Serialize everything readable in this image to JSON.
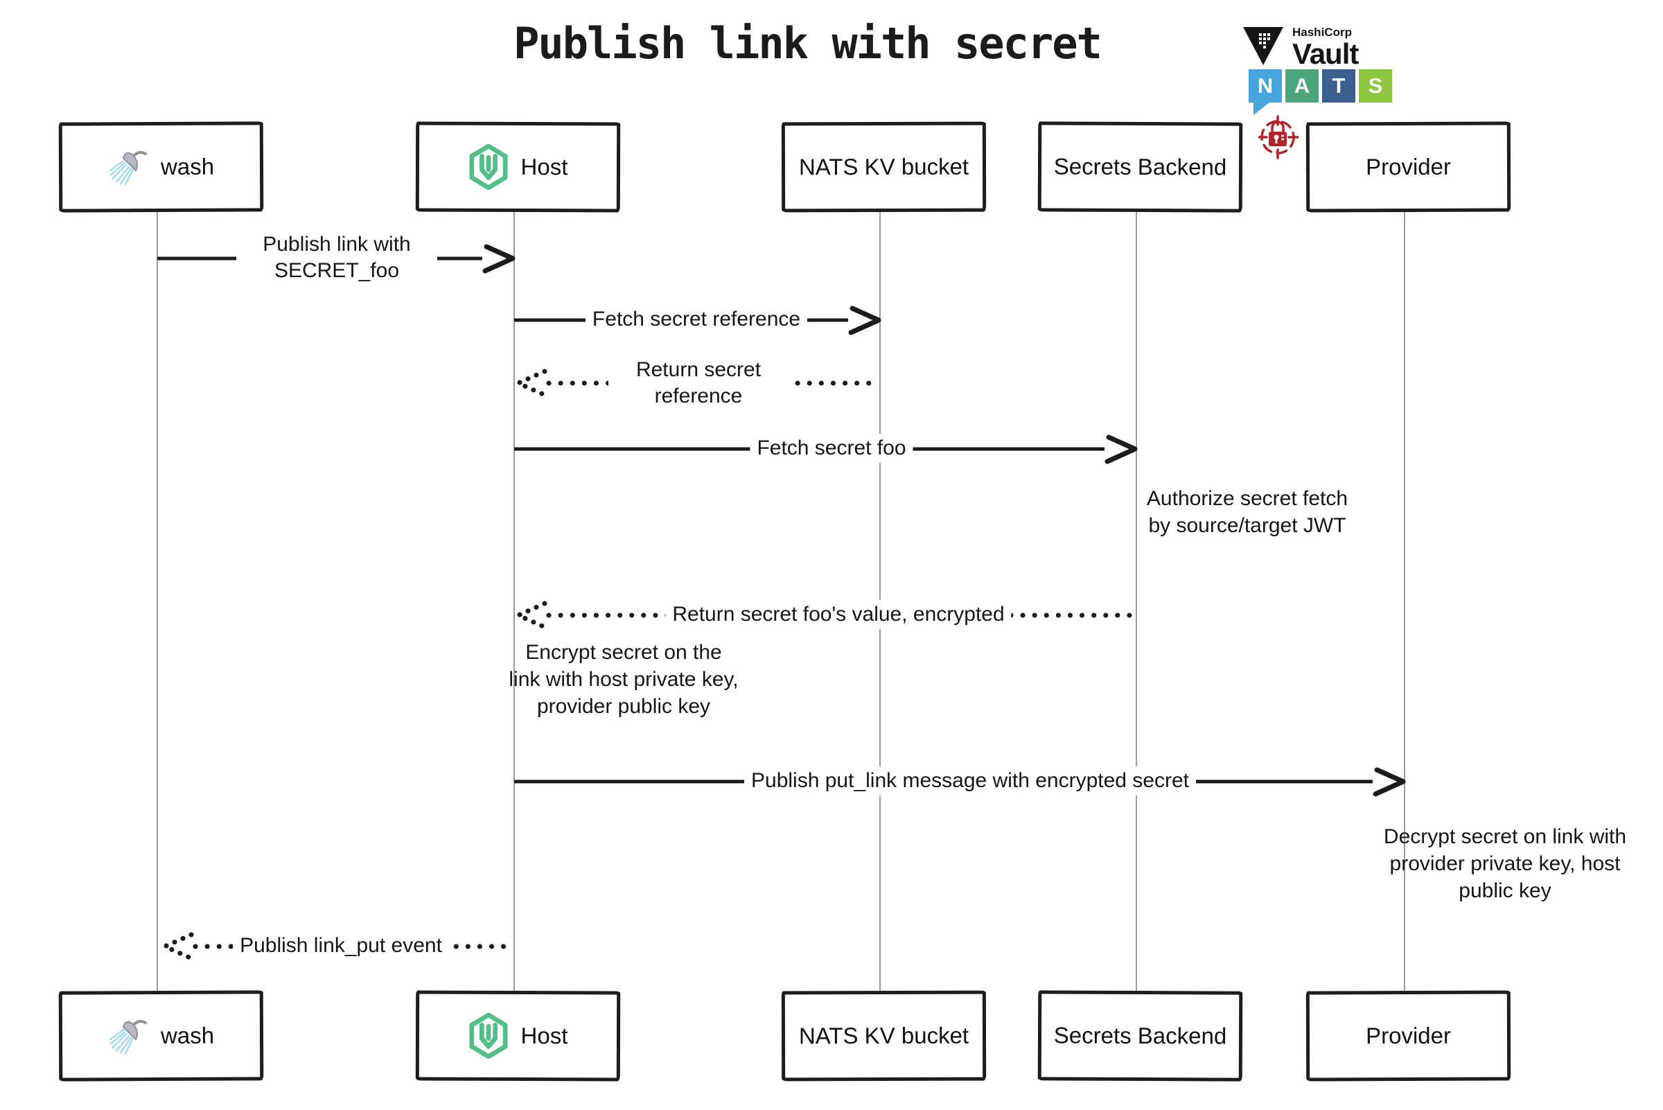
{
  "title": "Publish link with secret",
  "logos": {
    "vault": {
      "brand": "HashiCorp",
      "product": "Vault",
      "color": "#161616"
    },
    "nats": {
      "letters": {
        "n": "N",
        "a": "A",
        "t": "T",
        "s": "S"
      },
      "colors": {
        "n": "#46a5dc",
        "a": "#4da57c",
        "t": "#3b5f8f",
        "s": "#8dc63f"
      }
    },
    "lock_color": "#b5232a"
  },
  "colors": {
    "ink": "#1b1b1b",
    "lifeline": "#9c9c9c",
    "wasmcloud_green": "#54be89",
    "shower_spray": "#a6daee",
    "background": "#ffffff"
  },
  "actors": [
    {
      "id": "wash",
      "label": "wash",
      "icon": "shower-icon"
    },
    {
      "id": "host",
      "label": "Host",
      "icon": "wasmcloud-hexagon-icon"
    },
    {
      "id": "nats-kv",
      "label": "NATS KV bucket",
      "icon": null
    },
    {
      "id": "secrets-backend",
      "label": "Secrets Backend",
      "icon": null
    },
    {
      "id": "provider",
      "label": "Provider",
      "icon": null
    }
  ],
  "messages": [
    {
      "label": "Publish link with SECRET_foo",
      "from": "wash",
      "to": "Host",
      "line": "solid"
    },
    {
      "label": "Fetch secret reference",
      "from": "Host",
      "to": "NATS KV bucket",
      "line": "solid"
    },
    {
      "label": "Return secret reference",
      "from": "NATS KV bucket",
      "to": "Host",
      "line": "dotted"
    },
    {
      "label": "Fetch secret foo",
      "from": "Host",
      "to": "Secrets Backend",
      "line": "solid"
    },
    {
      "label": "Return secret foo's value, encrypted",
      "from": "Secrets Backend",
      "to": "Host",
      "line": "dotted"
    },
    {
      "label": "Publish put_link message with encrypted secret",
      "from": "Host",
      "to": "Provider",
      "line": "solid"
    },
    {
      "label": "Publish link_put event",
      "from": "Host",
      "to": "wash",
      "line": "dotted"
    }
  ],
  "notes": [
    {
      "label": "Authorize secret fetch by source/target JWT",
      "actor": "Secrets Backend"
    },
    {
      "label": "Encrypt secret on the link with host private key, provider public key",
      "actor": "Host"
    },
    {
      "label": "Decrypt secret on link with provider private key, host public key",
      "actor": "Provider"
    }
  ]
}
